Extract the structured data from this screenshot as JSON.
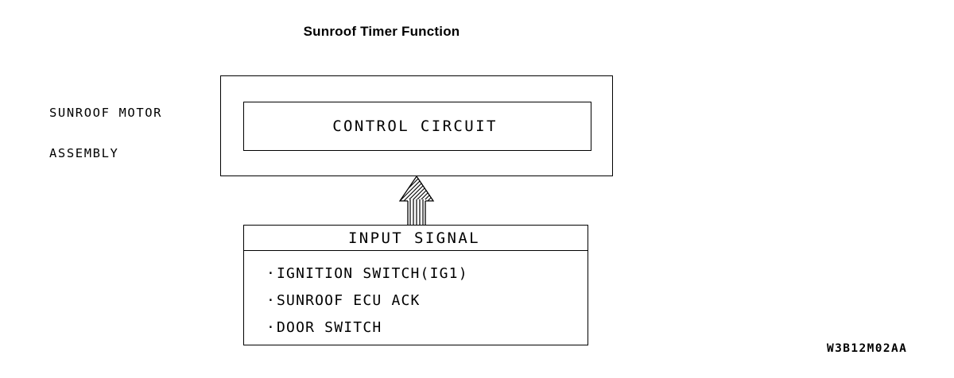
{
  "title": "Sunroof Timer Function",
  "assembly_label": {
    "line1": "SUNROOF MOTOR",
    "line2": "ASSEMBLY"
  },
  "control_circuit": {
    "label": "CONTROL CIRCUIT"
  },
  "input_signal": {
    "header": "INPUT SIGNAL",
    "bullet": "·",
    "items": [
      {
        "text": "IGNITION SWITCH(IG1)"
      },
      {
        "text": "SUNROOF ECU ACK"
      },
      {
        "text": "DOOR SWITCH"
      }
    ]
  },
  "arrow": {
    "name": "input-signal-arrow",
    "direction": "up"
  },
  "reference_code": "W3B12M02AA",
  "colors": {
    "background": "#ffffff",
    "line": "#000000",
    "text": "#000000"
  }
}
